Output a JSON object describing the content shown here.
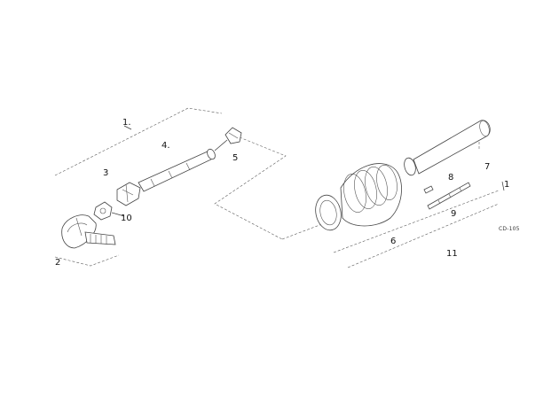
{
  "diagram": {
    "labels": {
      "l1": "1.",
      "l2": "2",
      "l3": "3",
      "l4": "4.",
      "l5": "5",
      "l6": "6",
      "l7": "7",
      "l8": "8",
      "l9": "9",
      "l10": "10",
      "l11": "11",
      "l12": "1"
    },
    "figure_code": "CD-105"
  }
}
